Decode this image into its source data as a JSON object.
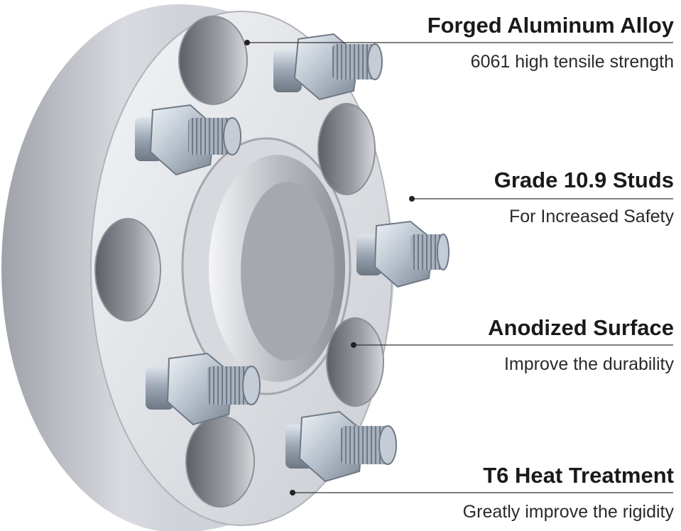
{
  "features": [
    {
      "title": "Forged Aluminum Alloy",
      "subtitle": "6061 high tensile strength"
    },
    {
      "title": "Grade 10.9 Studs",
      "subtitle": "For Increased Safety"
    },
    {
      "title": "Anodized Surface",
      "subtitle": "Improve the durability"
    },
    {
      "title": "T6 Heat Treatment",
      "subtitle": "Greatly improve the rigidity"
    }
  ],
  "colors": {
    "background": "#ffffff",
    "metal_light": "#e8eaee",
    "metal_mid": "#b9bcc3",
    "metal_dark": "#7d8088",
    "stud": "#a9b3bf",
    "text": "#1a1a1a"
  }
}
